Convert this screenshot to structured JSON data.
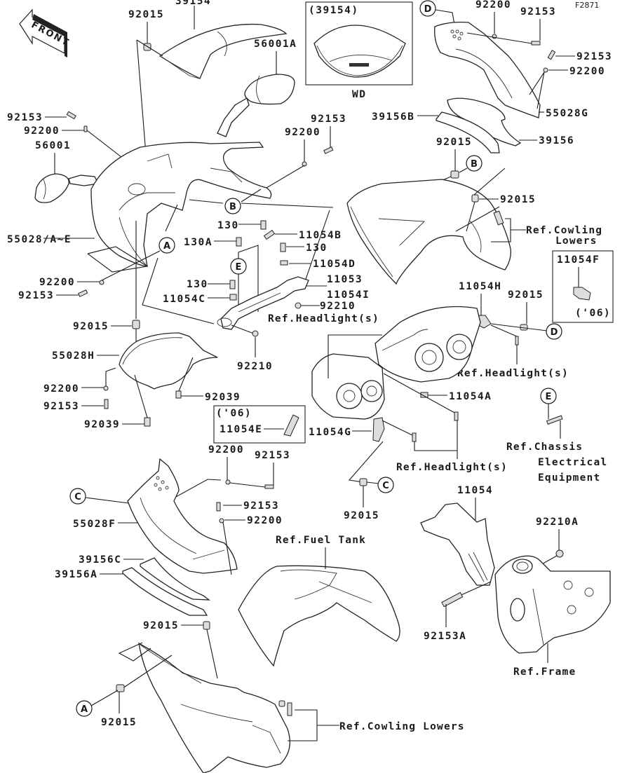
{
  "diagram": {
    "figure_id": "F2871",
    "front_arrow": "FRONT",
    "inset_windshield": {
      "title": "(39154)",
      "caption": "WD"
    },
    "inset_11054F": {
      "part": "11054F",
      "year": "('06)"
    },
    "inset_11054E": {
      "year": "('06)",
      "part": "11054E"
    },
    "callouts": [
      "A",
      "B",
      "C",
      "D",
      "E"
    ],
    "labels": {
      "p39154": "39154",
      "p92015_top": "92015",
      "p56001A": "56001A",
      "p92153_left": "92153",
      "p92200_left": "92200",
      "p56001": "56001",
      "p92153_mid": "92153",
      "p92200_mid": "92200",
      "p55028AE": "55028/A~E",
      "p92200_l2": "92200",
      "p92153_l2": "92153",
      "p130_a": "130",
      "p11054B": "11054B",
      "p130A": "130A",
      "p130_b": "130",
      "p11054D": "11054D",
      "p11053": "11053",
      "p11054I": "11054I",
      "p130_c": "130",
      "p11054C": "11054C",
      "p92210": "92210",
      "p92210_b": "92210",
      "p92015_l3": "92015",
      "p55028H": "55028H",
      "p92200_l3": "92200",
      "p92039_r": "92039",
      "p92153_l3": "92153",
      "p92039_l": "92039",
      "p92200_top_r": "92200",
      "p92153_top_r": "92153",
      "p92153_r2": "92153",
      "p92200_r2": "92200",
      "p55028G": "55028G",
      "p39156B": "39156B",
      "p39156": "39156",
      "p92015_r1": "92015",
      "p92015_r2": "92015",
      "p11054H": "11054H",
      "p92015_r3": "92015",
      "p11054A": "11054A",
      "p11054G": "11054G",
      "p92015_r4": "92015",
      "p92200_c": "92200",
      "p92153_c": "92153",
      "p92153_c2": "92153",
      "p92200_c2": "92200",
      "p55028F": "55028F",
      "p39156C": "39156C",
      "p39156A": "39156A",
      "p92015_lo1": "92015",
      "p92015_lo2": "92015",
      "p11054": "11054",
      "p92210A": "92210A",
      "p92153A": "92153A"
    },
    "refs": {
      "cowling_lowers_top_1": "Ref.Cowling",
      "cowling_lowers_top_2": "Lowers",
      "headlight_1": "Ref.Headlight(s)",
      "headlight_2": "Ref.Headlight(s)",
      "headlight_3": "Ref.Headlight(s)",
      "chassis_1": "Ref.Chassis",
      "chassis_2": "Electrical",
      "chassis_3": "Equipment",
      "fuel_tank": "Ref.Fuel Tank",
      "frame": "Ref.Frame",
      "cowling_lowers_bottom": "Ref.Cowling Lowers"
    }
  }
}
